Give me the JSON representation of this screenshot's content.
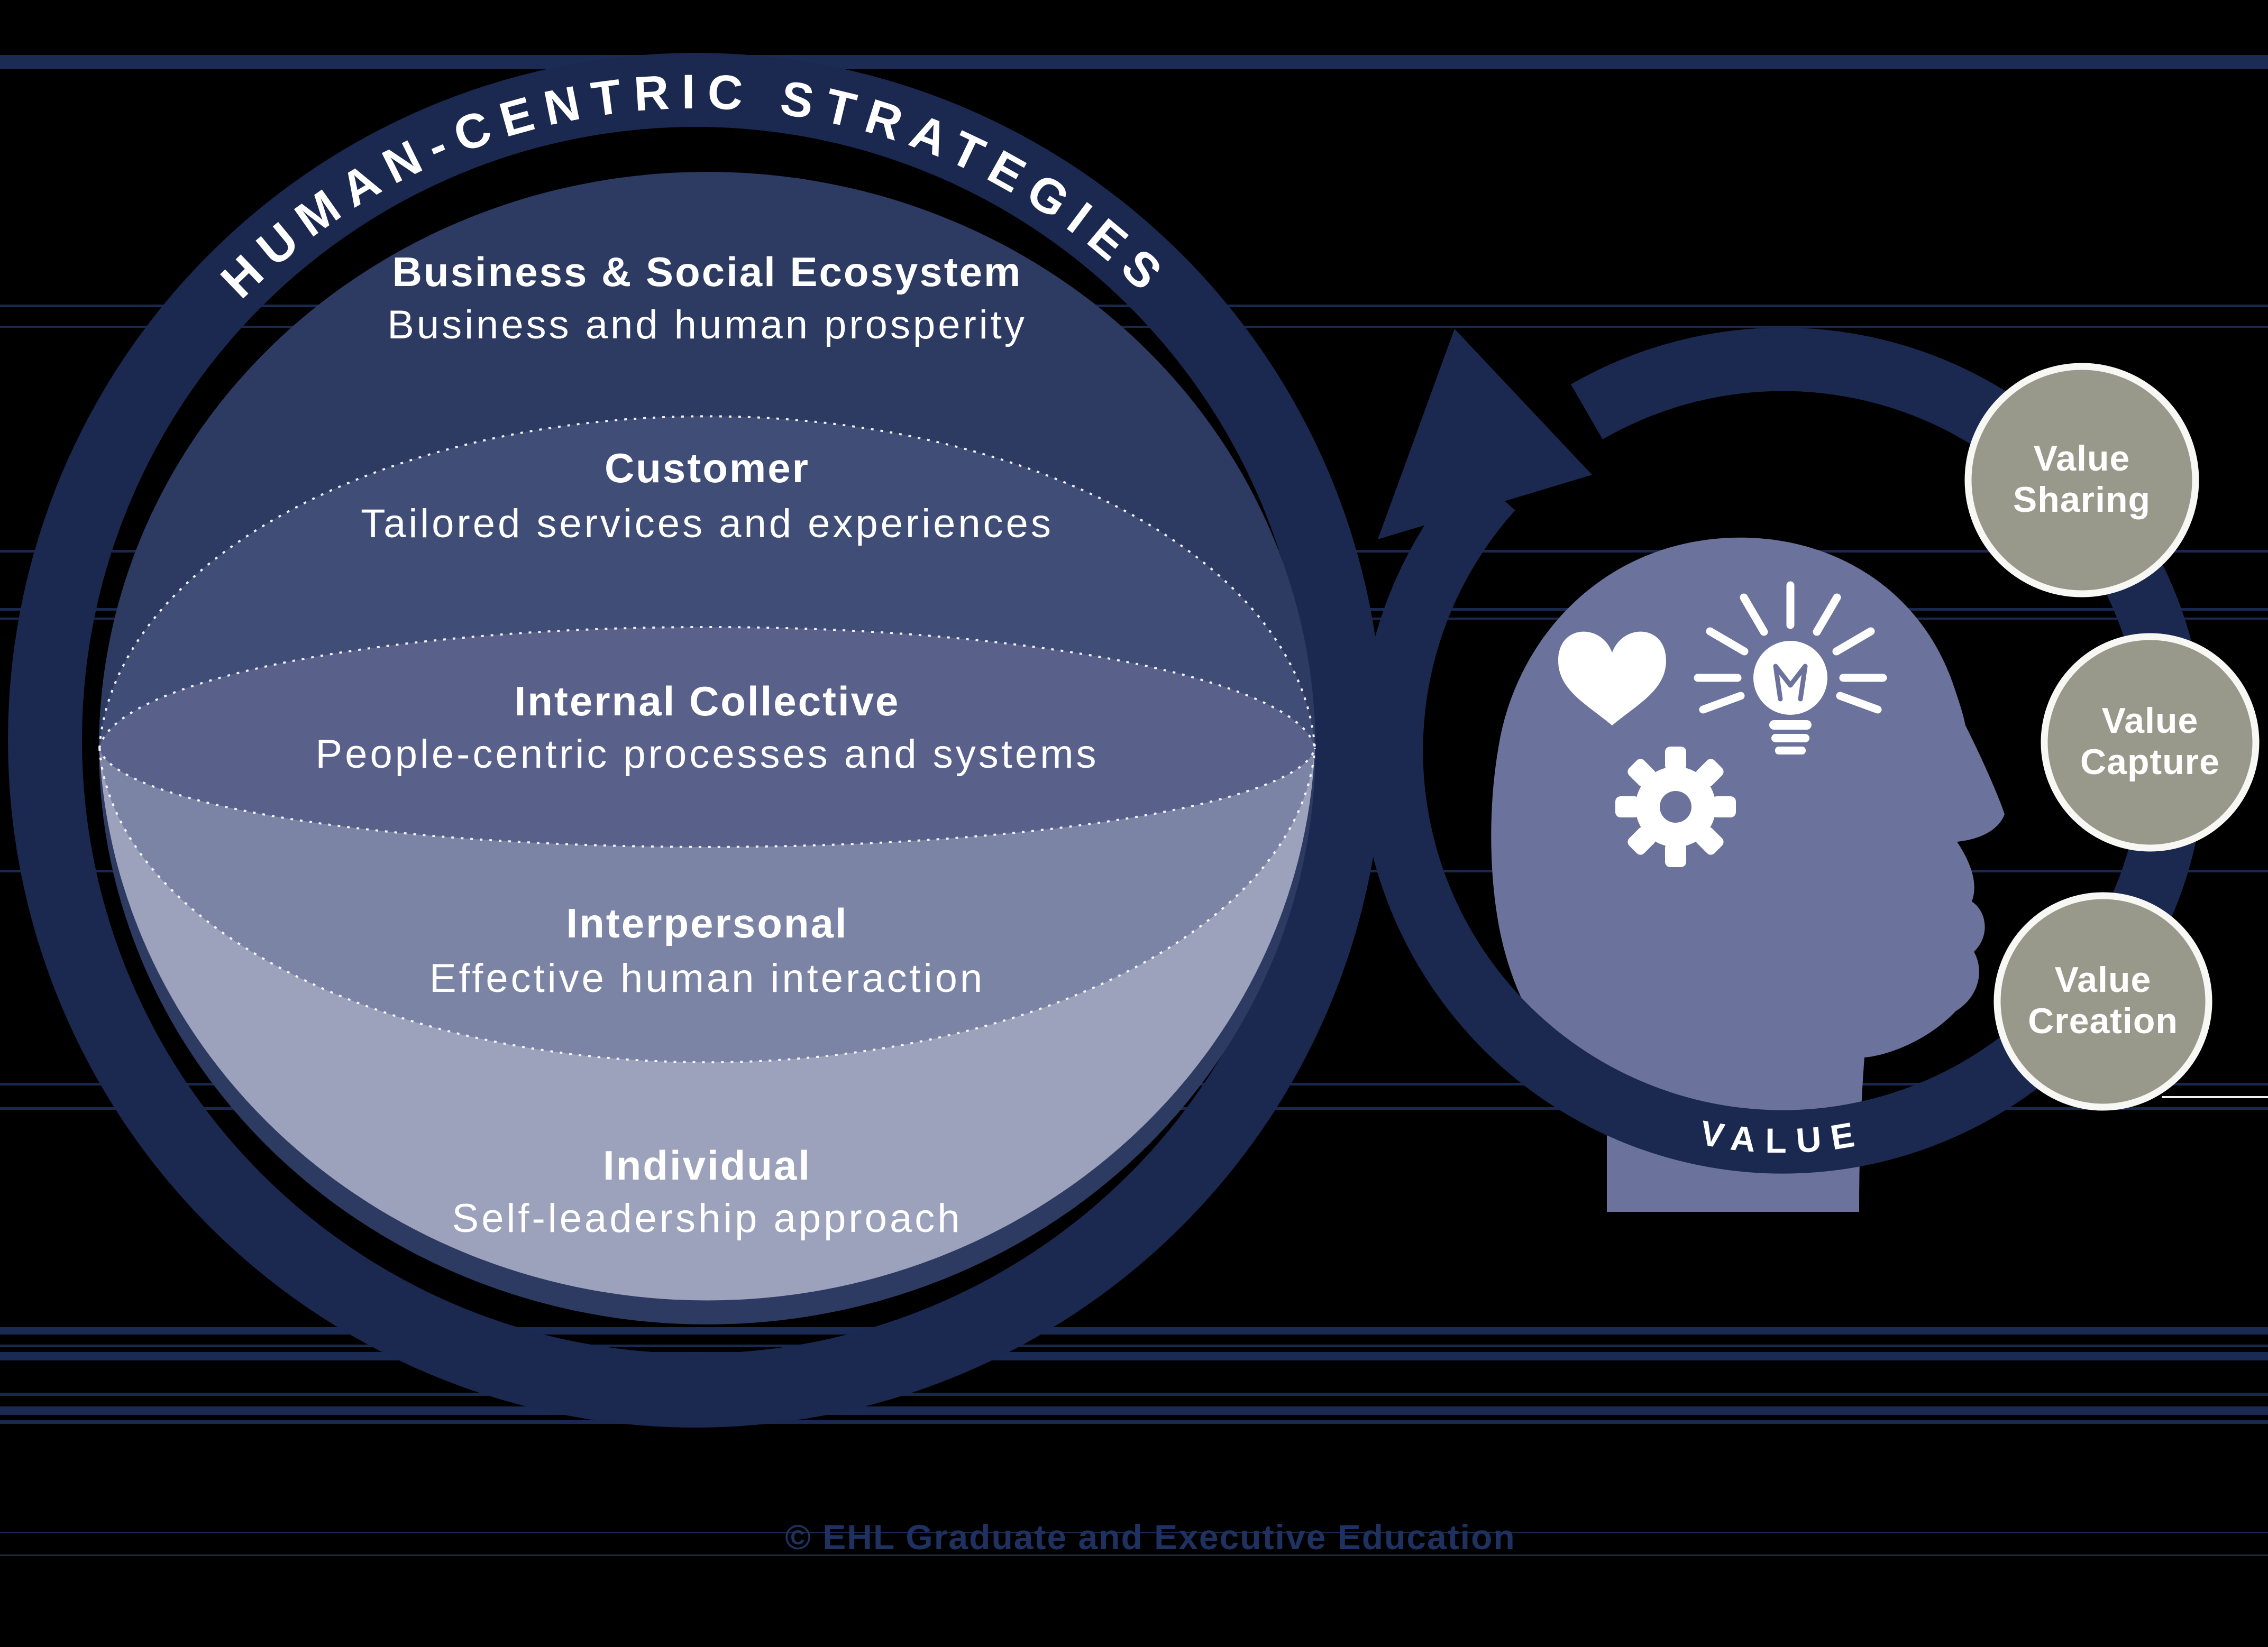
{
  "left_diagram": {
    "ring_title": "HUMAN-CENTRIC STRATEGIES",
    "layers": [
      {
        "title": "Business & Social Ecosystem",
        "subtitle": "Business and human prosperity"
      },
      {
        "title": "Customer",
        "subtitle": "Tailored services and experiences"
      },
      {
        "title": "Internal Collective",
        "subtitle": "People-centric processes and systems"
      },
      {
        "title": "Interpersonal",
        "subtitle": "Effective human interaction"
      },
      {
        "title": "Individual",
        "subtitle": "Self-leadership approach"
      }
    ]
  },
  "right_diagram": {
    "cycle_label": "VALUE",
    "nodes": [
      {
        "line1": "Value",
        "line2": "Sharing"
      },
      {
        "line1": "Value",
        "line2": "Capture"
      },
      {
        "line1": "Value",
        "line2": "Creation"
      }
    ],
    "icons": [
      "head-profile-icon",
      "heart-icon",
      "lightbulb-icon",
      "gear-icon",
      "cycle-arrow-icon"
    ]
  },
  "footer": {
    "copyright": "© EHL Graduate and Executive Education"
  },
  "colors": {
    "background": "#000000",
    "navy_ring": "#1b2950",
    "stripe": "#19284f",
    "layer_business": "#2d3a62",
    "layer_customer": "#404d76",
    "layer_internal": "#59618b",
    "layer_interpersonal": "#7c84a5",
    "layer_individual": "#9ca2bb",
    "head": "#6b729c",
    "node_fill": "#98988b",
    "node_border": "#f7f7f4",
    "divider_dots": "#ffffff",
    "copyright_text": "#1e3160"
  }
}
